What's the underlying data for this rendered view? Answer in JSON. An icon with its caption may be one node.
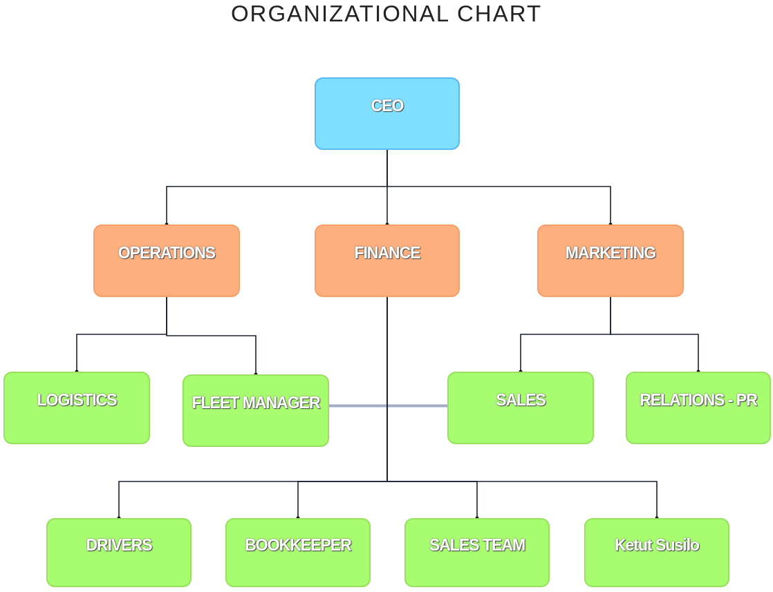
{
  "diagram": {
    "title": "ORGANIZATIONAL CHART",
    "nodes": [
      {
        "text": [
          "CEO"
        ]
      },
      {
        "text": [
          "OPERATIONS"
        ]
      },
      {
        "text": [
          "FINANCE"
        ]
      },
      {
        "text": [
          "MARKETING"
        ]
      },
      {
        "text": [
          "LOGISTICS"
        ]
      },
      {
        "text": [
          "FLEET MANAGER"
        ]
      },
      {
        "text": [
          "SALES"
        ]
      },
      {
        "text": [
          "RELATIONS - PR"
        ]
      },
      {
        "text": [
          "DRIVERS"
        ]
      },
      {
        "text": [
          "BOOKKEEPER"
        ]
      },
      {
        "text": [
          "SALES TEAM"
        ]
      },
      {
        "text": [
          "Ketut Susilo"
        ]
      }
    ],
    "edges": [
      {
        "from": 0,
        "to": 1,
        "arrow": "other"
      },
      {
        "from": 0,
        "to": 2,
        "arrow": "other"
      },
      {
        "from": 0,
        "to": 3,
        "arrow": "other"
      },
      {
        "from": 1,
        "to": 4,
        "arrow": "other"
      },
      {
        "from": 1,
        "to": 5,
        "arrow": "other"
      },
      {
        "from": 3,
        "to": 6,
        "arrow": "other"
      },
      {
        "from": 3,
        "to": 7,
        "arrow": "other"
      },
      {
        "from": 5,
        "to": 6,
        "arrow": "none",
        "style": "thick",
        "color": "#a3aac4"
      },
      {
        "from": 2,
        "to": 8,
        "arrow": "other"
      },
      {
        "from": 2,
        "to": 9,
        "arrow": "other"
      },
      {
        "from": 2,
        "to": 10,
        "arrow": "other"
      },
      {
        "from": 2,
        "to": 11,
        "arrow": "other"
      }
    ]
  }
}
